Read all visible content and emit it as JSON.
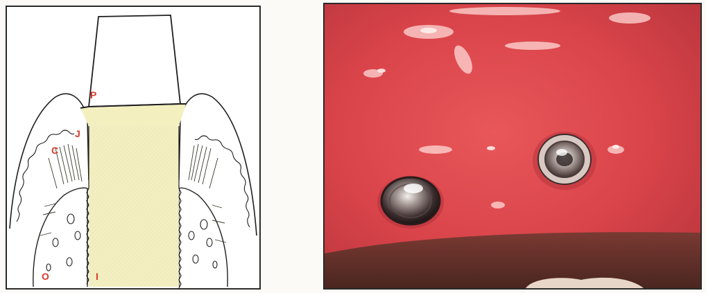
{
  "diagram": {
    "labels": {
      "p": "P",
      "j": "J",
      "c": "C",
      "o": "O",
      "i": "I"
    }
  },
  "photo": {
    "implant_count": 2
  },
  "colors": {
    "implant_fill": "#f3efbf",
    "outline": "#1e1e1e",
    "label": "#d63a2a",
    "gingiva": "#d9444a",
    "shadow": "#5a2c25"
  }
}
